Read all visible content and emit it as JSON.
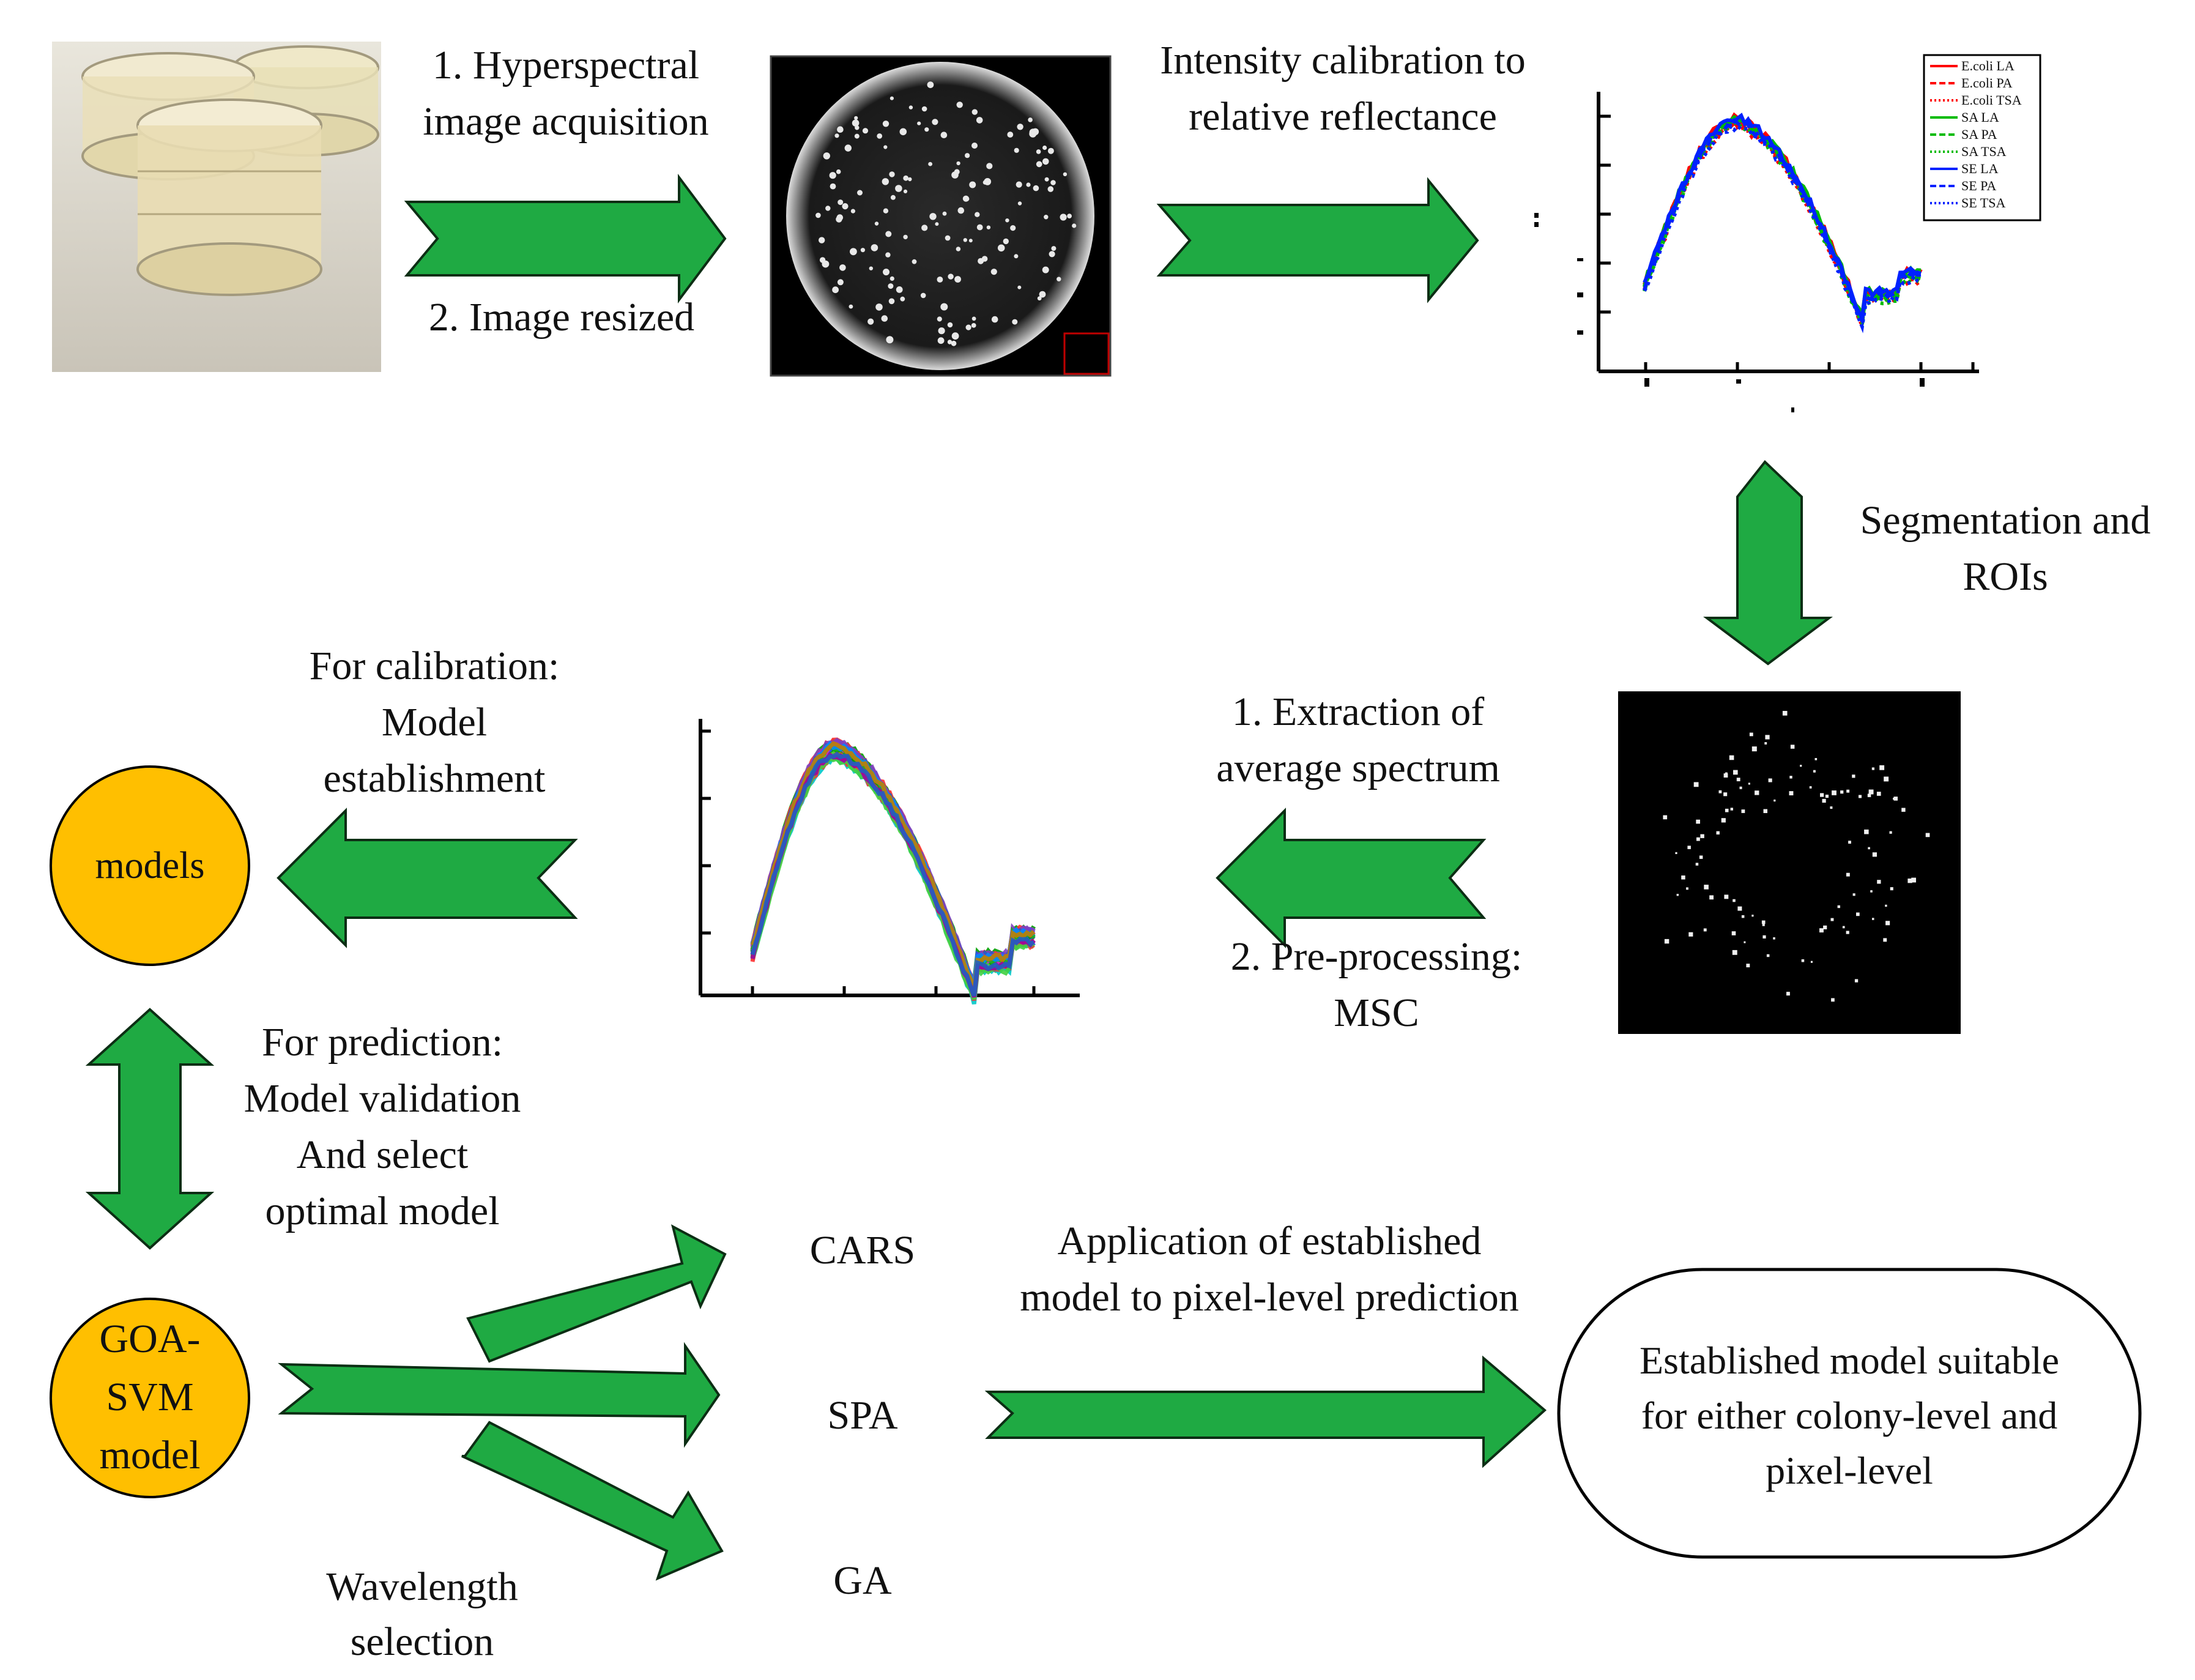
{
  "colors": {
    "arrow_fill": "#1faa43",
    "arrow_stroke": "#0c2e14",
    "model_circle": "#ffbf00",
    "outline": "#000000"
  },
  "steps": {
    "acquisition_line1": "1. Hyperspectral",
    "acquisition_line2": "image acquisition",
    "resize": "2. Image resized",
    "calibration_line1": "Intensity calibration to",
    "calibration_line2": "relative reflectance",
    "segmentation_line1": "Segmentation and",
    "segmentation_line2": "ROIs",
    "extraction_line1": "1. Extraction of",
    "extraction_line2": "average spectrum",
    "preprocess_line1": "2. Pre-processing:",
    "preprocess_line2": "MSC",
    "model_cal_line1": "For calibration:",
    "model_cal_line2": "Model",
    "model_cal_line3": "establishment",
    "prediction_line1": "For prediction:",
    "prediction_line2": "Model validation",
    "prediction_line3": "And select",
    "prediction_line4": "optimal model",
    "application_line1": "Application of established",
    "application_line2": "model to pixel-level prediction",
    "wavelength_line1": "Wavelength",
    "wavelength_line2": "selection"
  },
  "nodes": {
    "models": "models",
    "goa_line1": "GOA-",
    "goa_line2": "SVM",
    "goa_line3": "model",
    "cars": "CARS",
    "spa": "SPA",
    "ga": "GA",
    "result_line1": "Established model suitable",
    "result_line2": "for either colony-level and",
    "result_line3": "pixel-level"
  },
  "legend": {
    "items": [
      {
        "label": "E.coli LA",
        "color": "#ff0000",
        "style": "solid"
      },
      {
        "label": "E.coli PA",
        "color": "#ff0000",
        "style": "dashed"
      },
      {
        "label": "E.coli TSA",
        "color": "#ff0000",
        "style": "dotted"
      },
      {
        "label": "SA LA",
        "color": "#00bb00",
        "style": "solid"
      },
      {
        "label": "SA PA",
        "color": "#00bb00",
        "style": "dashed"
      },
      {
        "label": "SA TSA",
        "color": "#00bb00",
        "style": "dotted"
      },
      {
        "label": "SE LA",
        "color": "#0022ff",
        "style": "solid"
      },
      {
        "label": "SE PA",
        "color": "#0022ff",
        "style": "dashed"
      },
      {
        "label": "SE TSA",
        "color": "#0022ff",
        "style": "dotted"
      }
    ]
  }
}
